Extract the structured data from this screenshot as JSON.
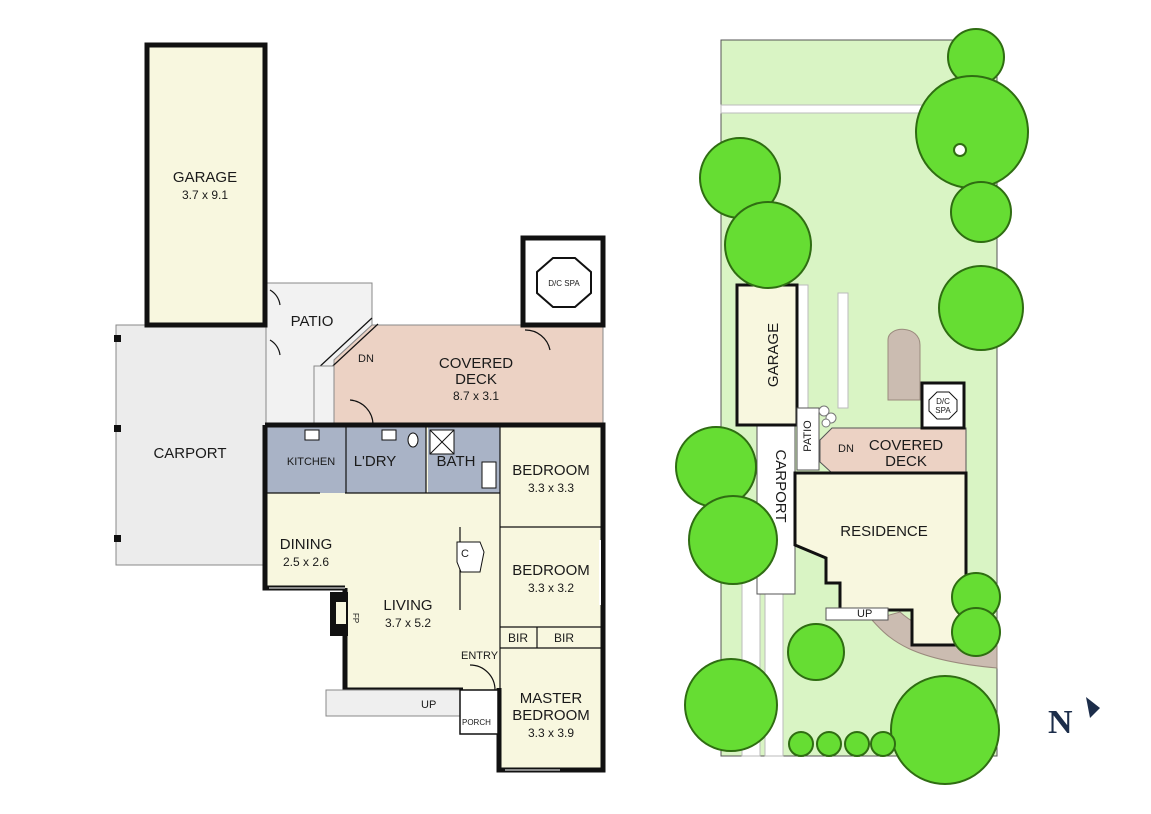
{
  "floorplan": {
    "rooms": {
      "garage": {
        "name": "GARAGE",
        "dims": "3.7 x 9.1"
      },
      "patio": {
        "name": "PATIO"
      },
      "carport": {
        "name": "CARPORT"
      },
      "spa": {
        "name": "D/C SPA"
      },
      "covered_deck": {
        "name_line1": "COVERED",
        "name_line2": "DECK",
        "dims": "8.7 x 3.1"
      },
      "dn": {
        "name": "DN"
      },
      "kitchen": {
        "name": "KITCHEN"
      },
      "laundry": {
        "name": "L'DRY"
      },
      "bath": {
        "name": "BATH"
      },
      "bedroom1": {
        "name": "BEDROOM",
        "dims": "3.3 x 3.3"
      },
      "bedroom2": {
        "name": "BEDROOM",
        "dims": "3.3 x 3.2"
      },
      "dining": {
        "name": "DINING",
        "dims": "2.5 x 2.6"
      },
      "living": {
        "name": "LIVING",
        "dims": "3.7 x 5.2"
      },
      "cupboard": {
        "name": "C"
      },
      "fireplace": {
        "name": "FP"
      },
      "bir1": {
        "name": "BIR"
      },
      "bir2": {
        "name": "BIR"
      },
      "entry": {
        "name": "ENTRY"
      },
      "master": {
        "name_line1": "MASTER",
        "name_line2": "BEDROOM",
        "dims": "3.3 x 3.9"
      },
      "up": {
        "name": "UP"
      },
      "porch": {
        "name": "PORCH"
      }
    }
  },
  "siteplan": {
    "labels": {
      "garage": "GARAGE",
      "carport": "CARPORT",
      "patio": "PATIO",
      "dn": "DN",
      "covered_deck_line1": "COVERED",
      "covered_deck_line2": "DECK",
      "spa_line1": "D/C",
      "spa_line2": "SPA",
      "residence": "RESIDENCE",
      "up": "UP"
    }
  },
  "compass": {
    "letter": "N"
  },
  "colors": {
    "deck": "#ecd2c4",
    "wet_areas": "#a9b3c6",
    "interior": "#f8f7df",
    "carport": "#ececec",
    "patio": "#f2f2f2",
    "lawn": "#d9f4c4",
    "tree": "#66dd33",
    "path": "#cbbcb1",
    "walls": "#111111",
    "compass": "#1c2d4a"
  }
}
